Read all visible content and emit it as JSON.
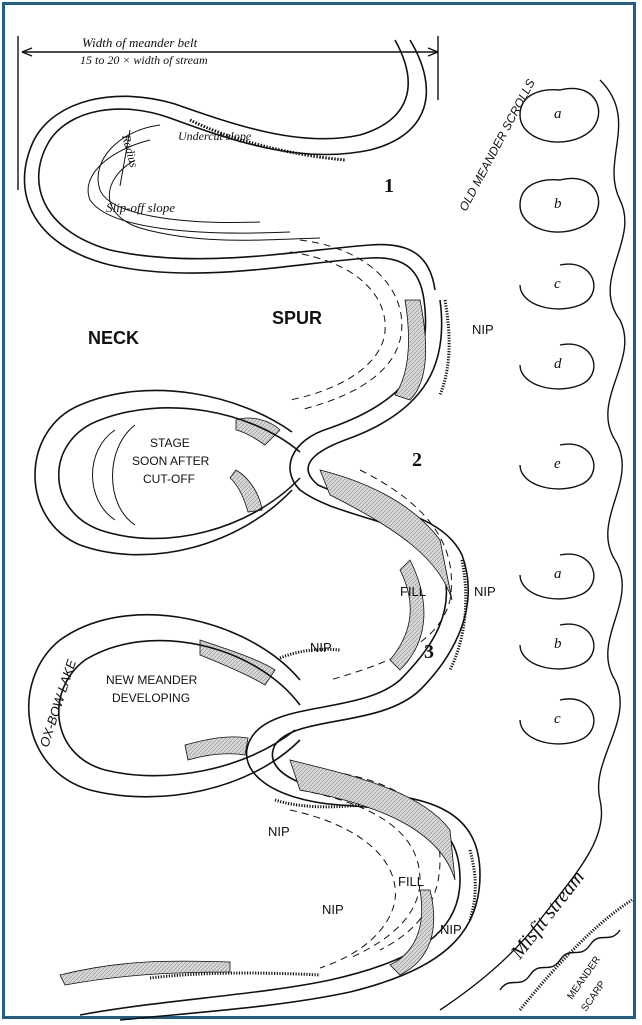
{
  "labels": {
    "width_line1": "Width of meander belt",
    "width_line2": "15 to 20 × width of stream",
    "radius": "Radius",
    "undercut": "Undercut slope",
    "slipoff": "Slip-off slope",
    "scrolls": "OLD MEANDER SCROLLS",
    "neck": "NECK",
    "spur": "SPUR",
    "nip": "NIP",
    "fill": "FILL",
    "stage_l1": "STAGE",
    "stage_l2": "SOON AFTER",
    "stage_l3": "CUT-OFF",
    "new_l1": "NEW MEANDER",
    "new_l2": "DEVELOPING",
    "oxbow": "OX-BOW LAKE",
    "misfit": "Misfit stream",
    "scarp_l1": "MEANDER",
    "scarp_l2": "SCARP"
  },
  "stages": [
    "1",
    "2",
    "3"
  ],
  "scroll_letters": [
    "a",
    "b",
    "c",
    "d",
    "e",
    "a",
    "b",
    "c"
  ]
}
